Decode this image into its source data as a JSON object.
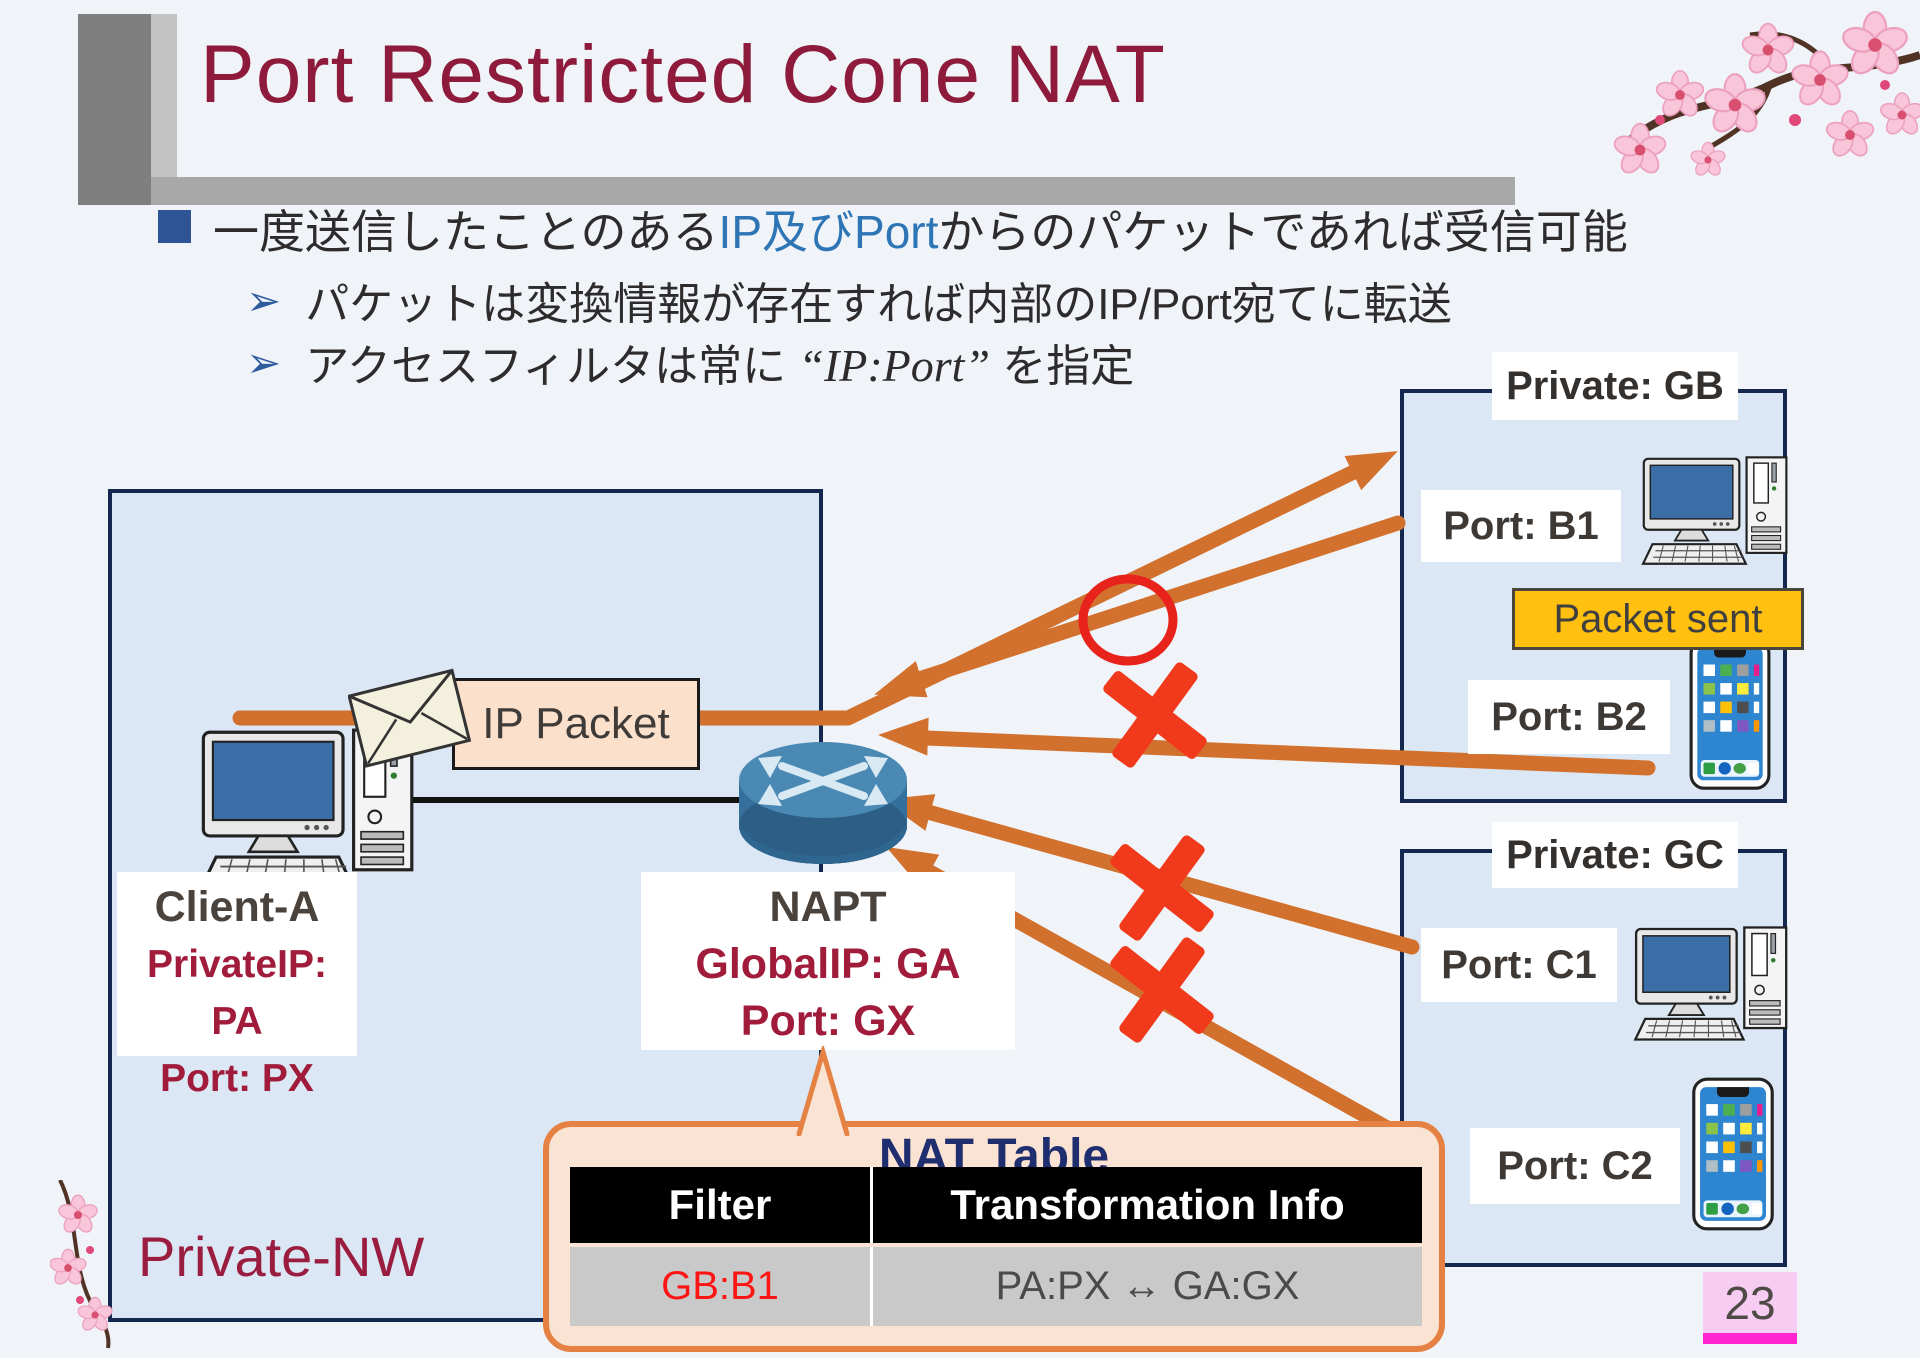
{
  "header": {
    "title": "Port Restricted Cone NAT",
    "page_number": "23"
  },
  "bullets": {
    "line1_pre": "一度送信したことのある",
    "line1_highlight": "IP及びPort",
    "line1_post": "からのパケットであれば受信可能",
    "line2": "パケットは変換情報が存在すれば内部のIP/Port宛てに転送",
    "line3_pre": "アクセスフィルタは常に ",
    "line3_code": "“IP:Port”",
    "line3_post": " を指定"
  },
  "diagram": {
    "private_nw_label": "Private-NW",
    "client": {
      "name": "Client-A",
      "ip": "PrivateIP: PA",
      "port": "Port: PX"
    },
    "napt": {
      "name": "NAPT",
      "ip": "GlobalIP: GA",
      "port": "Port: GX"
    },
    "ip_packet_label": "IP Packet",
    "packet_sent_label": "Packet sent",
    "network_b": {
      "label": "Private: GB",
      "port1": "Port: B1",
      "port2": "Port: B2"
    },
    "network_c": {
      "label": "Private: GC",
      "port1": "Port: C1",
      "port2": "Port: C2"
    }
  },
  "nat_table": {
    "title": "NAT Table",
    "headers": [
      "Filter",
      "Transformation Info"
    ],
    "rows": [
      {
        "filter": "GB:B1",
        "info": "PA:PX ↔ GA:GX"
      }
    ]
  },
  "colors": {
    "title_red": "#8E1B3C",
    "accent_blue": "#2E75B6",
    "navy_border": "#14284F",
    "box_fill": "#DBE7F4",
    "arrow_orange": "#D2712D",
    "blocked_x_red": "#F03A1B",
    "allowed_circle_red": "#E8231C",
    "packet_sent_yellow": "#FFC010",
    "callout_peach": "#FBE3D3",
    "callout_border_orange": "#E48143",
    "nat_title_navy": "#1F2E6E",
    "page_pink": "#F6CCF2",
    "page_magenta": "#FF24CE"
  },
  "icons": [
    "bullet-square-icon",
    "bullet-arrow-icon",
    "envelope-icon",
    "router-icon",
    "desktop-computer-icon",
    "smartphone-icon",
    "allowed-circle-mark",
    "blocked-x-mark",
    "cherry-blossom-decoration"
  ]
}
